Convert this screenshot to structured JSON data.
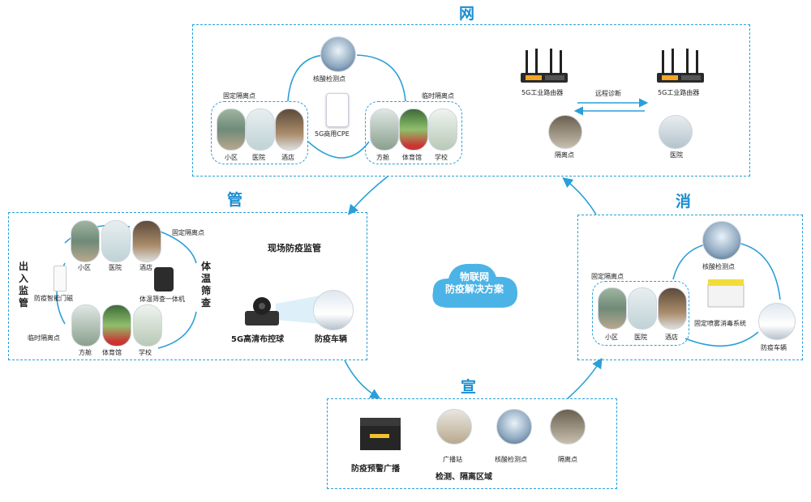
{
  "titles": {
    "wang": "网",
    "guan": "管",
    "xiao": "消",
    "xuan": "宣"
  },
  "center": {
    "line1": "物联网",
    "line2": "防疫解决方案"
  },
  "wang": {
    "top_label": "核酸检测点",
    "fixed_label": "固定隔离点",
    "temp_label": "临时隔离点",
    "cpe_label": "5G商用CPE",
    "fixed_items": [
      "小区",
      "医院",
      "酒店"
    ],
    "temp_items": [
      "方舱",
      "体育馆",
      "学校"
    ],
    "router_left": "5G工业路由器",
    "router_right": "5G工业路由器",
    "remote": "远程诊断",
    "bottom_left": "隔离点",
    "bottom_right": "医院"
  },
  "guan": {
    "fixed_label": "固定隔离点",
    "temp_label": "临时隔离点",
    "fixed_items": [
      "小区",
      "医院",
      "酒店"
    ],
    "temp_items": [
      "方舱",
      "体育馆",
      "学校"
    ],
    "side_left": "出入监管",
    "side_right": "体温筛查",
    "door_label": "防疫智能门磁",
    "temp_device_label": "体温筛查一体机",
    "site_title": "现场防疫监管",
    "camera_label": "5G高清布控球",
    "vehicle_label": "防疫车辆"
  },
  "xiao": {
    "top_label": "核酸检测点",
    "fixed_label": "固定隔离点",
    "fixed_items": [
      "小区",
      "医院",
      "酒店"
    ],
    "spray_label": "固定喷雾消毒系统",
    "vehicle_label": "防疫车辆"
  },
  "xuan": {
    "device_label": "防疫预警广播",
    "items": [
      "广播站",
      "核酸检测点",
      "隔离点"
    ],
    "area_label": "检测、隔离区域"
  },
  "colors": {
    "accent": "#1b8ed0",
    "dash": "#2a9fd8",
    "router": "#f5a623"
  }
}
